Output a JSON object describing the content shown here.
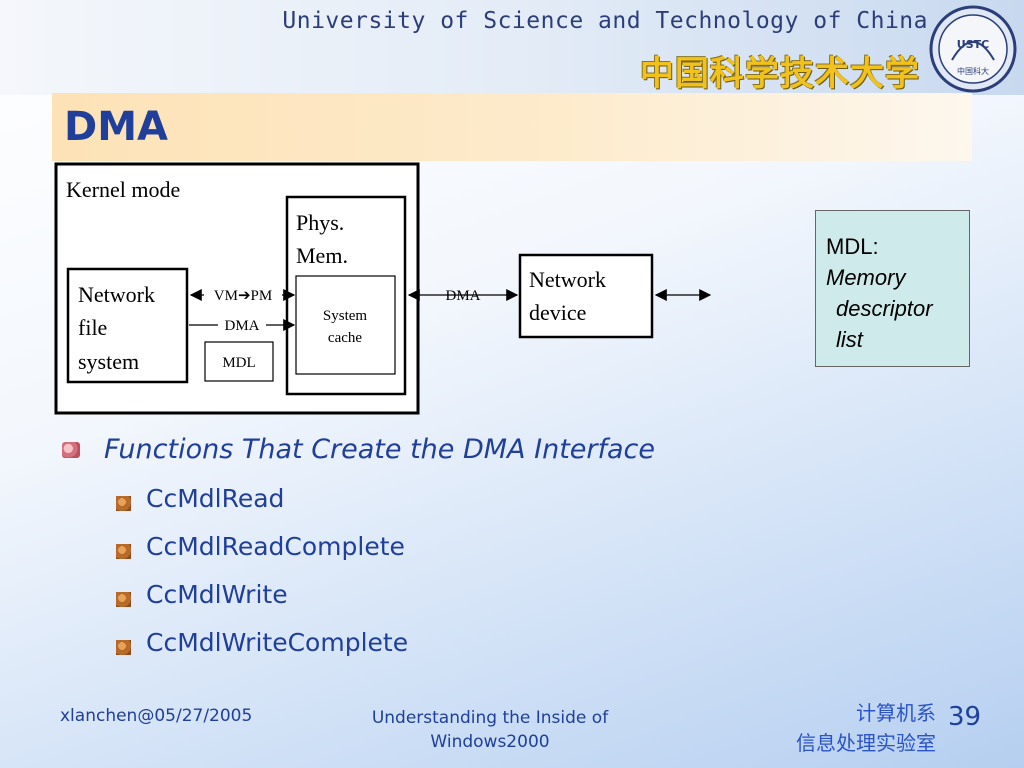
{
  "header": {
    "university_en": "University of Science and Technology of China",
    "university_cn": "中国科学技术大学",
    "logo_text": "USTC",
    "logo_subtext": "中国科大"
  },
  "slide": {
    "title": "DMA"
  },
  "diagram": {
    "kernel_label": "Kernel mode",
    "phys_mem_line1": "Phys.",
    "phys_mem_line2": "Mem.",
    "system_cache_line1": "System",
    "system_cache_line2": "cache",
    "nfs_line1": "Network",
    "nfs_line2": "file",
    "nfs_line3": "system",
    "mdl_box": "MDL",
    "vm_pm_label": "VM➔PM",
    "dma_label_left": "DMA",
    "dma_label_right": "DMA",
    "netdev_line1": "Network",
    "netdev_line2": "device"
  },
  "mdl_note": {
    "line1": "MDL:",
    "line2": "Memory",
    "line3": "descriptor",
    "line4": "list"
  },
  "content": {
    "heading": "Functions That Create the DMA Interface",
    "functions": [
      "CcMdlRead",
      "CcMdlReadComplete",
      "CcMdlWrite",
      "CcMdlWriteComplete"
    ]
  },
  "footer": {
    "author_date": "xlanchen@05/27/2005",
    "course_line1": "Understanding the Inside of",
    "course_line2": "Windows2000",
    "dept_line1": "计算机系",
    "dept_line2": "信息处理实验室",
    "page_number": "39"
  },
  "colors": {
    "title_blue": "#1f3f9a",
    "university_gold": "#f2c21c",
    "note_fill": "#cfeaea",
    "title_band": "#fde2b6"
  }
}
